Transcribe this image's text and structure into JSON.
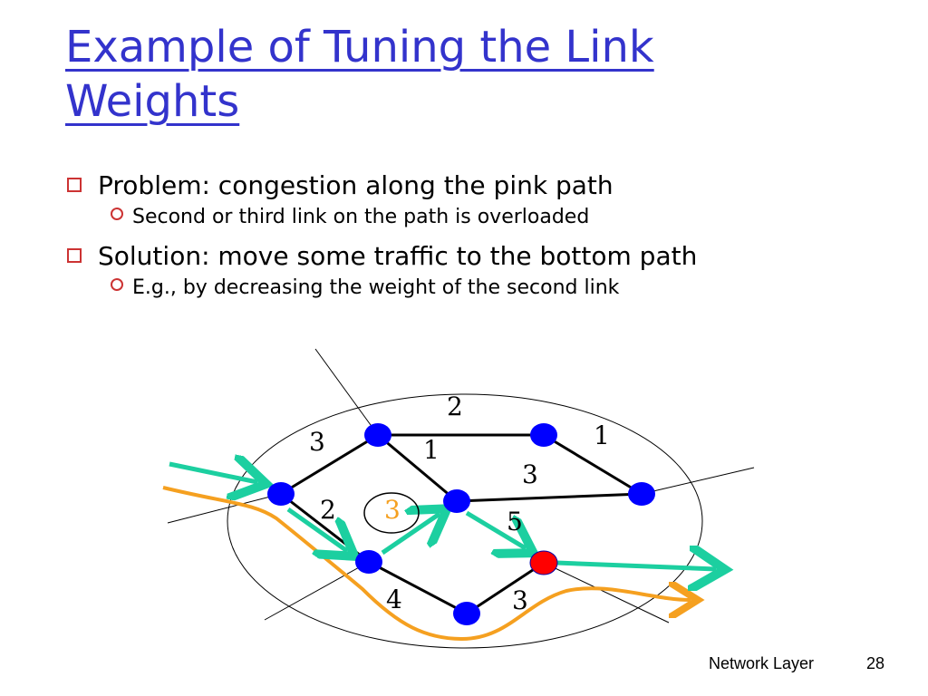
{
  "slide": {
    "title": "Example of Tuning the Link Weights",
    "bullets": [
      {
        "text": "Problem: congestion along the pink path",
        "sub": [
          "Second or third link on the path is overloaded"
        ]
      },
      {
        "text": "Solution: move some traffic to the bottom path",
        "sub": [
          "E.g., by decreasing the weight of the second link"
        ]
      }
    ],
    "footer": {
      "section": "Network Layer",
      "page": "28"
    }
  },
  "diagram": {
    "colors": {
      "node": "#0000ff",
      "hot_node": "#ff0000",
      "edge": "#000000",
      "green_path": "#1ccfa0",
      "orange_path": "#f5a020",
      "changed_weight": "#f5a020"
    },
    "weights": {
      "top_left": "2",
      "upper_left": "3",
      "upper_right": "1",
      "diagonal": "1",
      "middle": "3",
      "lower_left": "2",
      "changed": "3",
      "lower_right": "5",
      "bottom_left": "4",
      "bottom_right": "3"
    }
  }
}
